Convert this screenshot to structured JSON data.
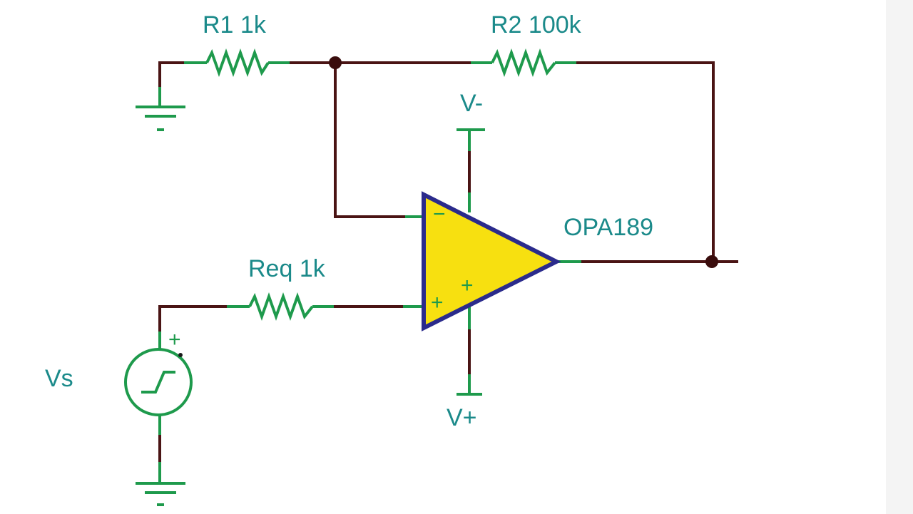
{
  "colors": {
    "wire": "#4a1414",
    "component": "#1e9a4c",
    "label": "#1b8a8a",
    "opamp_fill": "#f7e010",
    "opamp_outline": "#2b2b8c"
  },
  "components": {
    "r1": {
      "ref": "R1",
      "value": "1k",
      "label": "R1 1k"
    },
    "r2": {
      "ref": "R2",
      "value": "100k",
      "label": "R2 100k"
    },
    "req": {
      "ref": "Req",
      "value": "1k",
      "label": "Req 1k"
    },
    "opamp": {
      "label": "OPA189",
      "inverting_symbol": "−",
      "noninverting_symbol": "+",
      "plus_marker": "+"
    },
    "vs": {
      "label": "Vs",
      "polarity": "+"
    },
    "supply_negative": {
      "label": "V-"
    },
    "supply_positive": {
      "label": "V+"
    }
  },
  "icons": {
    "ground": "ground-icon",
    "resistor": "resistor-icon",
    "step_source": "step-voltage-source-icon",
    "opamp": "opamp-triangle-icon",
    "junction": "junction-dot-icon"
  }
}
